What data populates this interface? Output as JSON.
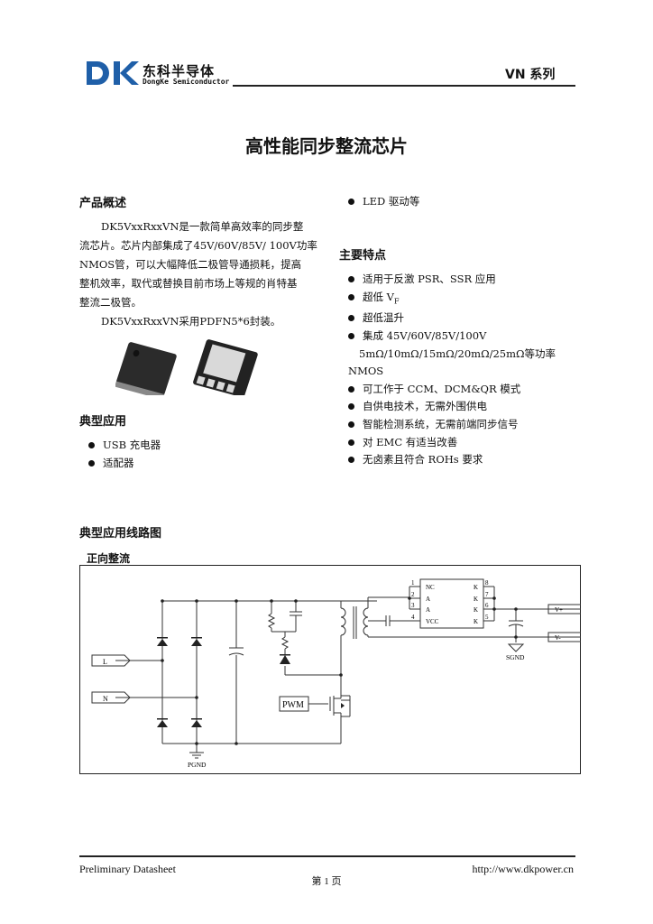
{
  "header": {
    "logo_cn": "东科半导体",
    "logo_en": "DongKe Semiconductor",
    "series": "VN 系列"
  },
  "title": "高性能同步整流芯片",
  "overview": {
    "heading": "产品概述",
    "para1": [
      "DK5VxxRxxVN是一款简单高效率的同步整",
      "流芯片。芯片内部集成了45V/60V/85V/ 100V功率",
      "NMOS管，可以大幅降低二极管导通损耗，提高",
      "整机效率，取代或替换目前市场上等规的肖特基",
      "整流二极管。"
    ],
    "para2": "DK5VxxRxxVN采用PDFN5*6封装。"
  },
  "applications": {
    "heading": "典型应用",
    "items": [
      "USB 充电器",
      "适配器",
      "LED 驱动等"
    ]
  },
  "features": {
    "heading": "主要特点",
    "items": [
      "适用于反激 PSR、SSR 应用",
      "超低 V",
      "超低温升",
      "集成 45V/60V/85V/100V",
      "可工作于 CCM、DCM&QR 模式",
      "自供电技术，无需外围供电",
      "智能检测系统，无需前端同步信号",
      "对 EMC 有适当改善",
      "无卤素且符合 ROHs 要求"
    ],
    "vf_sub": "F",
    "mos_line": "5mΩ/10mΩ/15mΩ/20mΩ/25mΩ等功率",
    "mos_line2": "NMOS"
  },
  "circuit": {
    "heading": "典型应用线路图",
    "sub_heading": "正向整流",
    "labels": {
      "L": "L",
      "N": "N",
      "pgnd": "PGND",
      "pwm": "PWM",
      "sgnd": "SGND",
      "vplus": "V+",
      "vminus": "V-",
      "pin1": "1",
      "pin2": "2",
      "pin3": "3",
      "pin4": "4",
      "pin5": "5",
      "pin6": "6",
      "pin7": "7",
      "pin8": "8",
      "nc": "NC",
      "a1": "A",
      "a2": "A",
      "vcc": "VCC",
      "k1": "K",
      "k2": "K",
      "k3": "K",
      "k4": "K"
    }
  },
  "footer": {
    "left": "Preliminary Datasheet",
    "page": "第 1 页",
    "url": "http://www.dkpower.cn"
  },
  "colors": {
    "logo_blue": "#1f5fa8",
    "text": "#111111"
  }
}
